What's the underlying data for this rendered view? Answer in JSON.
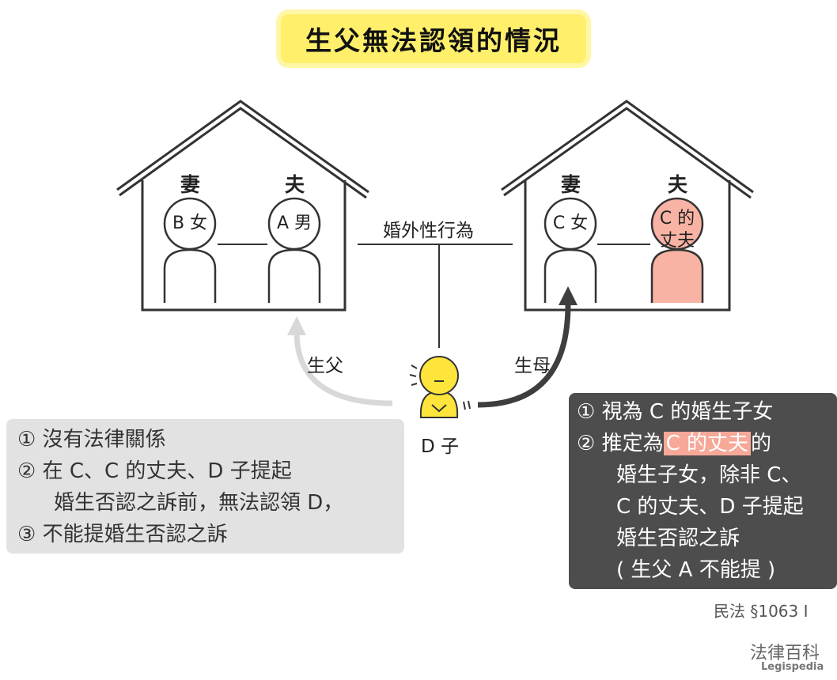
{
  "title": "生父無法認領的情況",
  "house_left": {
    "wife_label": "妻",
    "husband_label": "夫",
    "wife_person": "B 女",
    "husband_person": "A 男"
  },
  "house_right": {
    "wife_label": "妻",
    "husband_label": "夫",
    "wife_person": "C 女",
    "husband_person_line1": "C 的",
    "husband_person_line2": "丈夫"
  },
  "affair_label": "婚外性行為",
  "child_label": "D 子",
  "arrow_left_label": "生父",
  "arrow_right_label": "生母",
  "left_box": {
    "line1": "① 沒有法律關係",
    "line2": "② 在 C、C 的丈夫、D 子提起",
    "line2b": "婚生否認之訴前，無法認領 D，",
    "line3": "③ 不能提婚生否認之訴"
  },
  "right_box": {
    "line1": "① 視為 C 的婚生子女",
    "line2_pre": "② 推定為",
    "line2_hl": "C 的丈夫",
    "line2_post": "的",
    "line3": "婚生子女，除非 C、",
    "line4": "C 的丈夫、D 子提起",
    "line5": "婚生否認之訴",
    "line6": "( 生父 A 不能提 )"
  },
  "citation": "民法 §1063 I",
  "brand": "法律百科",
  "brand_en": "Legispedia",
  "colors": {
    "title_bg": "#ffef6b",
    "highlight": "#f7a898",
    "child": "#ffe53b",
    "left_box": "#e2e2e2",
    "right_box": "#4d4d4d"
  }
}
